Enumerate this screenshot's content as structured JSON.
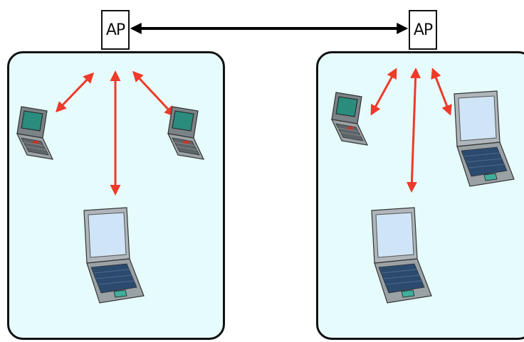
{
  "access_points": [
    {
      "label": "AP"
    },
    {
      "label": "AP"
    }
  ],
  "cells": [
    {
      "devices": [
        "small-laptop",
        "small-laptop",
        "large-laptop"
      ]
    },
    {
      "devices": [
        "small-laptop",
        "large-laptop",
        "large-laptop"
      ]
    }
  ],
  "colors": {
    "cell_fill": "#e6fbfb",
    "wireless_link": "#ee3a2a",
    "wired_link": "#000000"
  }
}
